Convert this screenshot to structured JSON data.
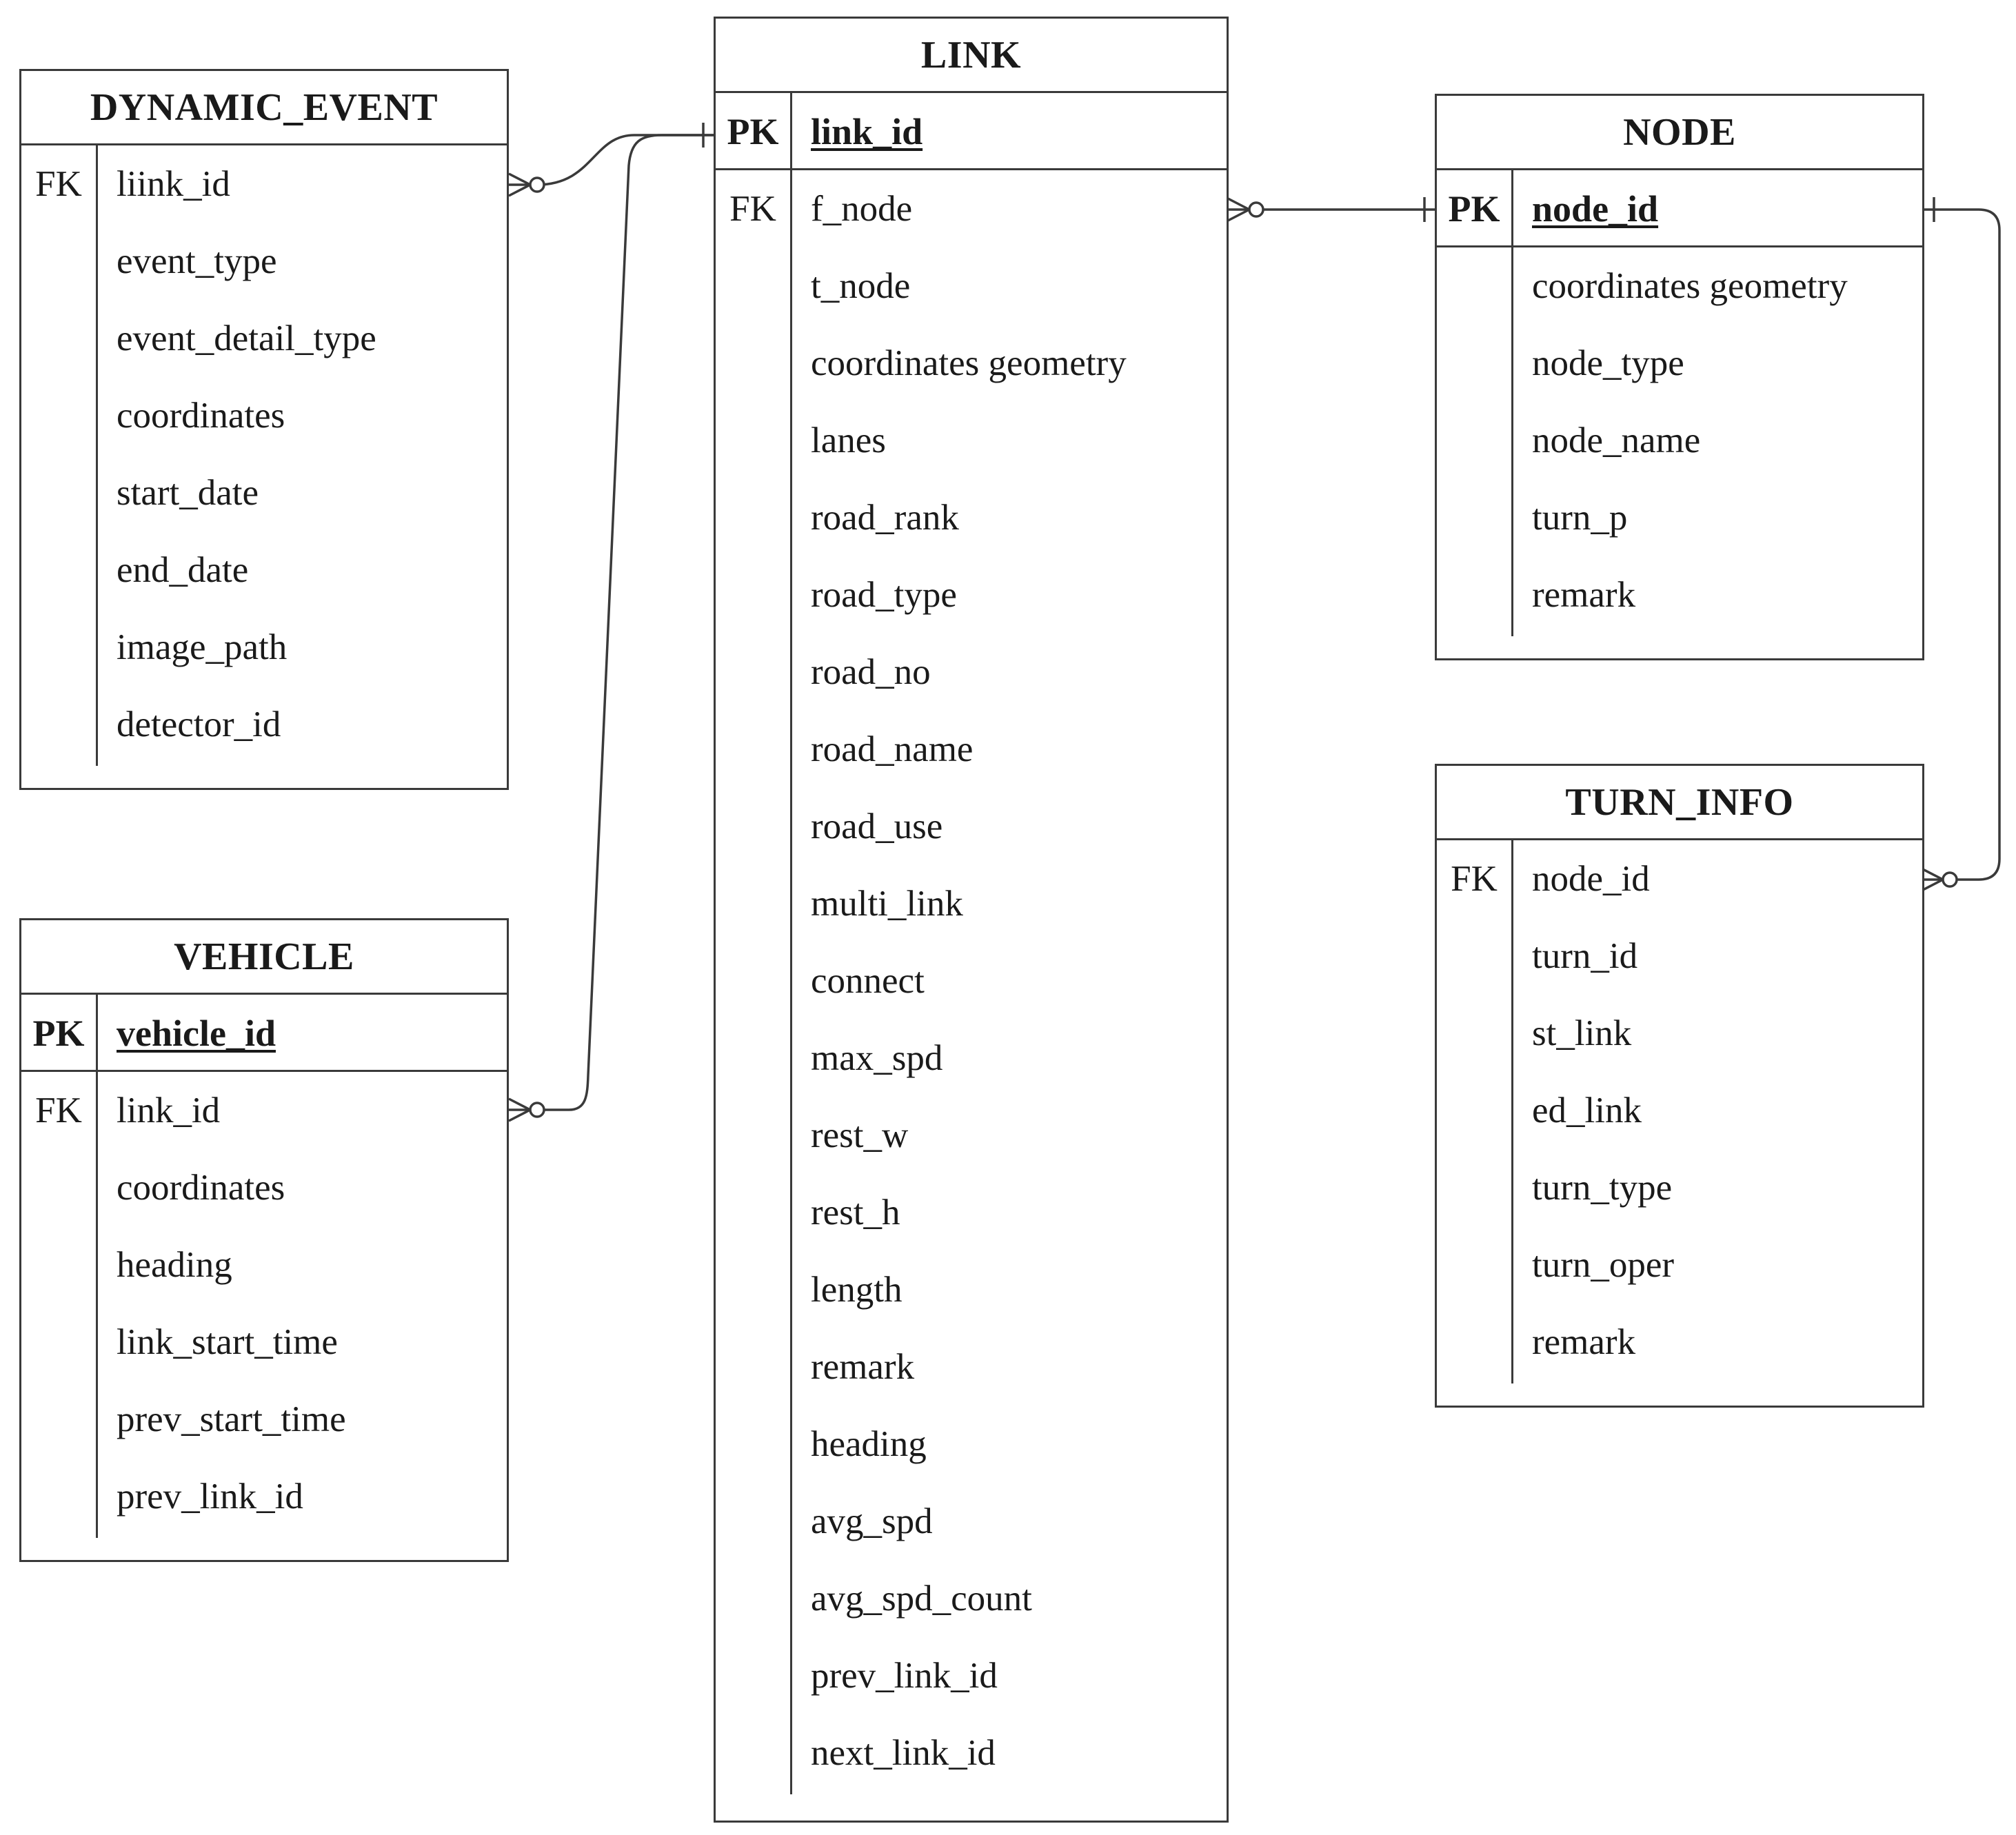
{
  "entities": {
    "dynamic_event": {
      "title": "DYNAMIC_EVENT",
      "fk_label": "FK",
      "fields": [
        "liink_id",
        "event_type",
        "event_detail_type",
        "coordinates",
        "start_date",
        "end_date",
        "image_path",
        "detector_id"
      ]
    },
    "vehicle": {
      "title": "VEHICLE",
      "pk_label": "PK",
      "pk_field": "vehicle_id",
      "fk_label": "FK",
      "fields": [
        "link_id",
        "coordinates",
        "heading",
        "link_start_time",
        "prev_start_time",
        "prev_link_id"
      ]
    },
    "link": {
      "title": "LINK",
      "pk_label": "PK",
      "pk_field": "link_id",
      "fk_label": "FK",
      "fields": [
        "f_node",
        "t_node",
        "coordinates geometry",
        "lanes",
        "road_rank",
        "road_type",
        "road_no",
        "road_name",
        "road_use",
        "multi_link",
        "connect",
        "max_spd",
        "rest_w",
        "rest_h",
        "length",
        "remark",
        "heading",
        "avg_spd",
        "avg_spd_count",
        "prev_link_id",
        "next_link_id"
      ]
    },
    "node": {
      "title": "NODE",
      "pk_label": "PK",
      "pk_field": "node_id",
      "fields": [
        "coordinates geometry",
        "node_type",
        "node_name",
        "turn_p",
        "remark"
      ]
    },
    "turn_info": {
      "title": "TURN_INFO",
      "fk_label": "FK",
      "fields": [
        "node_id",
        "turn_id",
        "st_link",
        "ed_link",
        "turn_type",
        "turn_oper",
        "remark"
      ]
    }
  },
  "relationships": [
    {
      "from": "dynamic_event",
      "to": "link",
      "cardinality": "zero-or-many to one"
    },
    {
      "from": "vehicle",
      "to": "link",
      "cardinality": "zero-or-many to one"
    },
    {
      "from": "link",
      "to": "node",
      "cardinality": "zero-or-many to one"
    },
    {
      "from": "turn_info",
      "to": "node",
      "cardinality": "zero-or-many to one"
    }
  ]
}
